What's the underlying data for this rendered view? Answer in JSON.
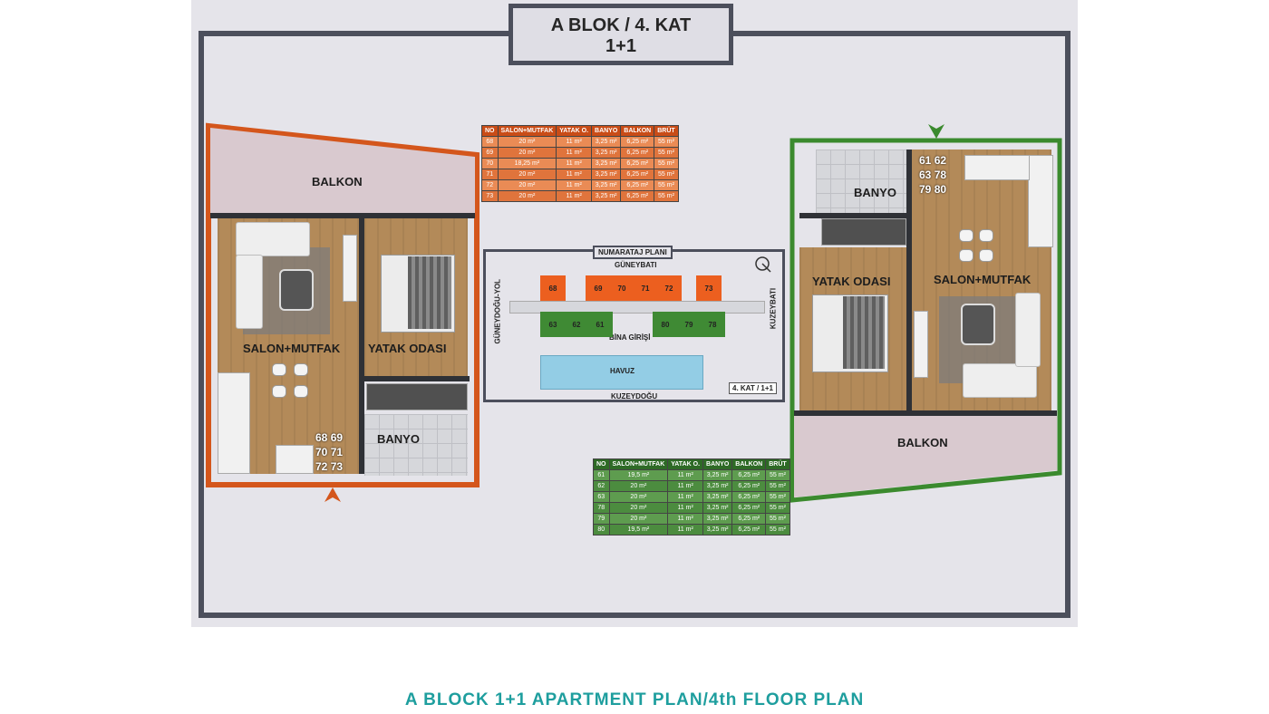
{
  "title": {
    "line1": "A BLOK / 4. KAT",
    "line2": "1+1"
  },
  "left_apartment": {
    "rooms": {
      "balcony": "BALKON",
      "living": "SALON+MUTFAK",
      "bedroom": "YATAK ODASI",
      "bathroom": "BANYO"
    },
    "unit_numbers": [
      "68",
      "69",
      "70",
      "71",
      "72",
      "73"
    ],
    "accent": "#d4561c"
  },
  "right_apartment": {
    "rooms": {
      "balcony": "BALKON",
      "living": "SALON+MUTFAK",
      "bedroom": "YATAK ODASI",
      "bathroom": "BANYO"
    },
    "unit_numbers": [
      "61",
      "62",
      "63",
      "78",
      "79",
      "80"
    ],
    "accent": "#3b8a2e"
  },
  "orange_table": {
    "headers": [
      "NO",
      "SALON+MUTFAK",
      "YATAK O.",
      "BANYO",
      "BALKON",
      "BRÜT"
    ],
    "rows": [
      [
        "68",
        "20 m²",
        "11 m²",
        "3,25 m²",
        "6,25 m²",
        "55 m²"
      ],
      [
        "69",
        "20 m²",
        "11 m²",
        "3,25 m²",
        "6,25 m²",
        "55 m²"
      ],
      [
        "70",
        "18,25 m²",
        "11 m²",
        "3,25 m²",
        "6,25 m²",
        "55 m²"
      ],
      [
        "71",
        "20 m²",
        "11 m²",
        "3,25 m²",
        "6,25 m²",
        "55 m²"
      ],
      [
        "72",
        "20 m²",
        "11 m²",
        "3,25 m²",
        "6,25 m²",
        "55 m²"
      ],
      [
        "73",
        "20 m²",
        "11 m²",
        "3,25 m²",
        "6,25 m²",
        "55 m²"
      ]
    ]
  },
  "green_table": {
    "headers": [
      "NO",
      "SALON+MUTFAK",
      "YATAK O.",
      "BANYO",
      "BALKON",
      "BRÜT"
    ],
    "rows": [
      [
        "61",
        "19,5 m²",
        "11 m²",
        "3,25 m²",
        "6,25 m²",
        "55 m²"
      ],
      [
        "62",
        "20 m²",
        "11 m²",
        "3,25 m²",
        "6,25 m²",
        "55 m²"
      ],
      [
        "63",
        "20 m²",
        "11 m²",
        "3,25 m²",
        "6,25 m²",
        "55 m²"
      ],
      [
        "78",
        "20 m²",
        "11 m²",
        "3,25 m²",
        "6,25 m²",
        "55 m²"
      ],
      [
        "79",
        "20 m²",
        "11 m²",
        "3,25 m²",
        "6,25 m²",
        "55 m²"
      ],
      [
        "80",
        "19,5 m²",
        "11 m²",
        "3,25 m²",
        "6,25 m²",
        "55 m²"
      ]
    ]
  },
  "site_plan": {
    "title": "NUMARATAJ PLANI",
    "north_side": "GÜNEYBATI",
    "south_side": "KUZEYDOĞU",
    "west_side": "GÜNEYDOĞU-YOL",
    "east_side": "KUZEYBATI",
    "entrance": "BİNA GİRİŞİ",
    "pool": "HAVUZ",
    "floor_tag": "4. KAT / 1+1",
    "top_units": [
      "68",
      "69",
      "70",
      "71",
      "72",
      "73"
    ],
    "bottom_units": [
      "63",
      "62",
      "61",
      "80",
      "79",
      "78"
    ]
  },
  "footer": "A BLOCK 1+1 APARTMENT PLAN/4th FLOOR PLAN"
}
